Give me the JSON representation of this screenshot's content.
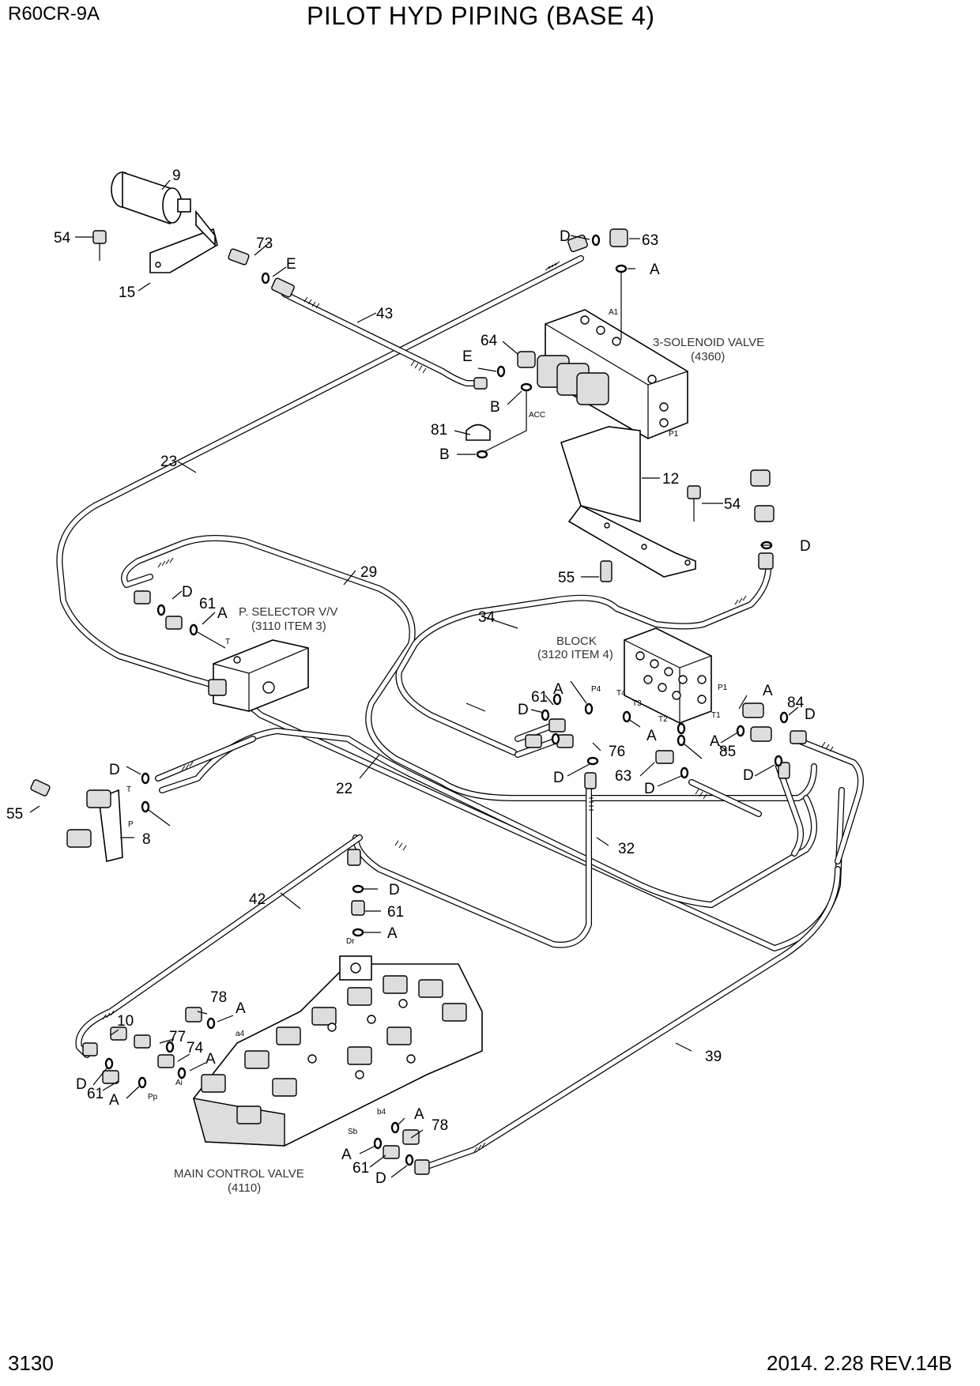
{
  "header": {
    "model": "R60CR-9A",
    "title": "PILOT HYD PIPING (BASE 4)"
  },
  "footer": {
    "page_number": "3130",
    "revision": "2014. 2.28  REV.14B"
  },
  "components": {
    "solenoid_valve": {
      "name": "3-SOLENOID VALVE",
      "ref": "(4360)"
    },
    "p_selector": {
      "name": "P. SELECTOR V/V",
      "ref": "(3110 ITEM 3)"
    },
    "block": {
      "name": "BLOCK",
      "ref": "(3120 ITEM 4)"
    },
    "main_control_valve": {
      "name": "MAIN CONTROL VALVE",
      "ref": "(4110)"
    }
  },
  "callouts": [
    "9",
    "54",
    "15",
    "73",
    "E",
    "43",
    "D",
    "63",
    "A",
    "64",
    "E",
    "B",
    "81",
    "B",
    "23",
    "12",
    "54",
    "D",
    "55",
    "29",
    "D",
    "61",
    "A",
    "34",
    "61",
    "A",
    "D",
    "A",
    "84",
    "D",
    "A",
    "76",
    "A",
    "85",
    "D",
    "63",
    "D",
    "D",
    "55",
    "8",
    "D",
    "22",
    "32",
    "D",
    "61",
    "A",
    "42",
    "78",
    "A",
    "10",
    "77",
    "74",
    "A",
    "D",
    "61",
    "A",
    "A",
    "78",
    "A",
    "61",
    "D",
    "39"
  ],
  "ports": [
    "A1",
    "ACC",
    "P1",
    "T",
    "P4",
    "T4",
    "T3",
    "T2",
    "P1",
    "T1",
    "T",
    "P",
    "Dr",
    "a4",
    "Ai",
    "Pp",
    "b4",
    "Sb"
  ]
}
